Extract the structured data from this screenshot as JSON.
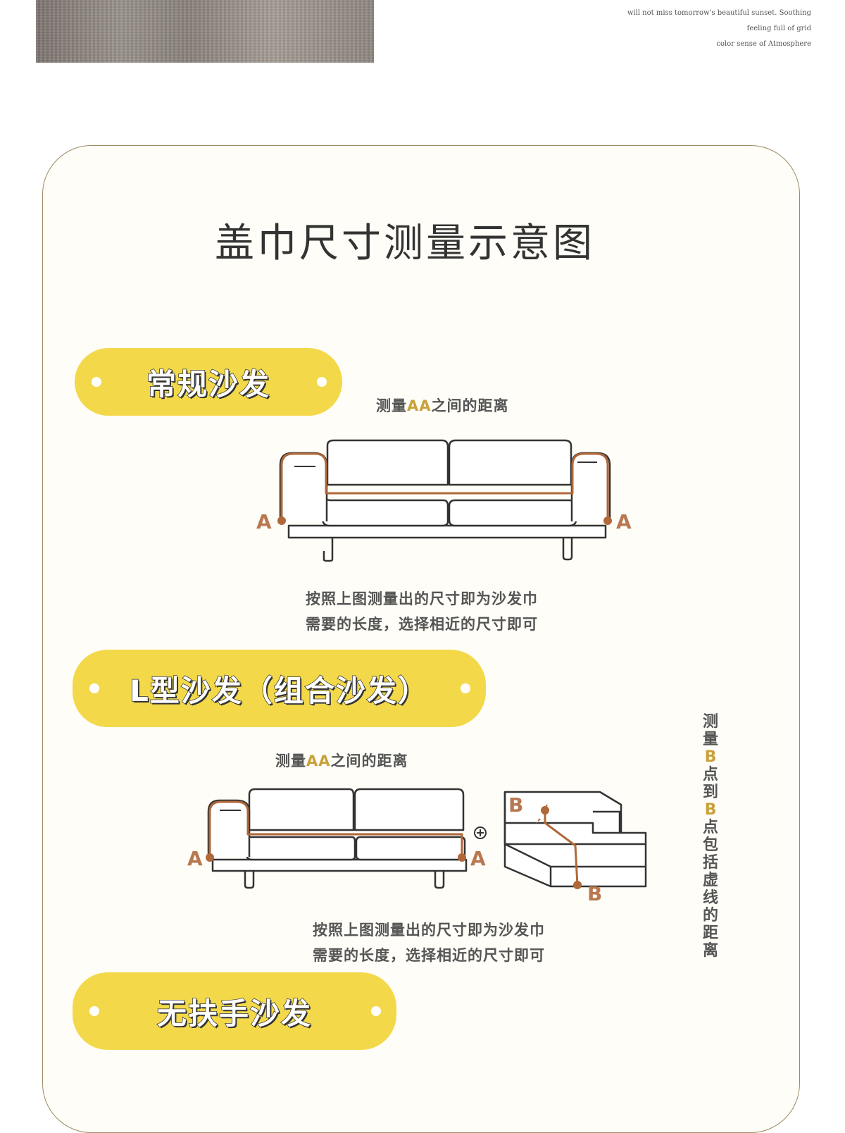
{
  "banner": {
    "slogan_lines": [
      "will not miss tomorrow's beautiful sunset. Soothing",
      "feeling full of grid",
      "color sense of Atmosphere"
    ]
  },
  "title": "盖巾尺寸测量示意图",
  "sections": [
    {
      "label": "常规沙发",
      "caption_prefix": "测量",
      "caption_highlight": "AA",
      "caption_suffix": "之间的距离",
      "note_line1": "按照上图测量出的尺寸即为沙发巾",
      "note_line2": "需要的长度，选择相近的尺寸即可",
      "point_label": "A"
    },
    {
      "label": "L型沙发（组合沙发）",
      "caption_prefix": "测量",
      "caption_highlight": "AA",
      "caption_suffix": "之间的距离",
      "note_line1": "按照上图测量出的尺寸即为沙发巾",
      "note_line2": "需要的长度，选择相近的尺寸即可",
      "point_label": "A",
      "point_label_b": "B",
      "side_note_prefix": "测量",
      "side_note_b1": "B",
      "side_note_mid": "点到",
      "side_note_b2": "B",
      "side_note_suffix": "点包括虚线的距离"
    },
    {
      "label": "无扶手沙发"
    }
  ],
  "colors": {
    "pill": "#f3d94a",
    "measure_line": "#b0683a",
    "highlight": "#c9a13a",
    "card_border": "#9c8a62"
  }
}
